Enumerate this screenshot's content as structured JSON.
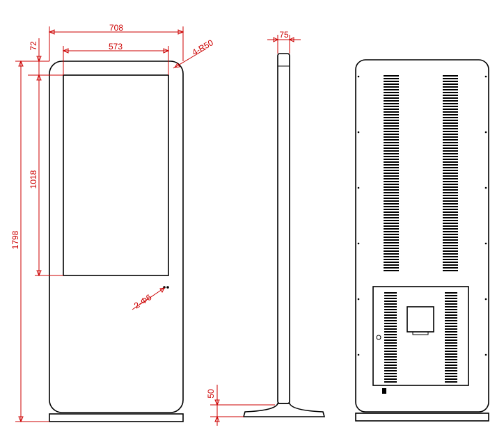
{
  "dimensions": {
    "total_width": "708",
    "screen_width": "573",
    "top_margin": "72",
    "corner_radius": "4-R50",
    "total_height": "1798",
    "screen_height": "1018",
    "holes": "2-Φ6",
    "depth": "75",
    "base_height": "50"
  },
  "colors": {
    "dimension": "#cc0000",
    "outline": "#000000",
    "background": "#ffffff"
  }
}
